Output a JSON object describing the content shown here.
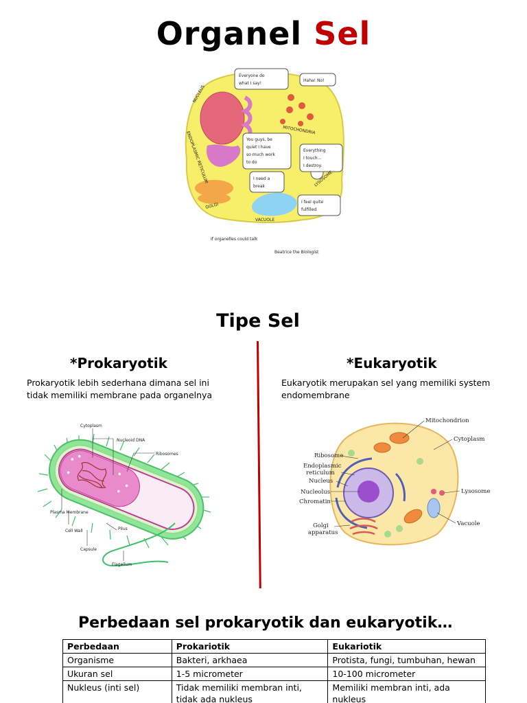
{
  "title": {
    "part1": "Organel",
    "part2": "Sel",
    "accent_color": "#c00000"
  },
  "cartoon": {
    "bubbles": [
      "Everyone do what I say!",
      "Haha! No!",
      "You guys, be quiet I have so much work to do",
      "Everything I touch... I destroy.",
      "I need a break",
      "I feel quite fulfilled"
    ],
    "labels": [
      "NUCLEUS",
      "MITOCHONDRIA",
      "ENDOPLASMIC RETICULUM",
      "GOLGI",
      "LYSOSOME",
      "VACUOLE"
    ],
    "caption": "If organelles could talk",
    "credit": "Beatrice the Biologist"
  },
  "section": {
    "title": "Tipe Sel"
  },
  "prokaryote": {
    "heading": "*Prokaryotik",
    "description": "Prokaryotik lebih sederhana dimana sel ini tidak memiliki membrane pada organelnya",
    "labels": [
      "Cytoplasm",
      "Nucleoid DNA",
      "Ribosomes",
      "Plasma Membrane",
      "Cell Wall",
      "Capsule",
      "Pilus",
      "Flagellum"
    ]
  },
  "eukaryote": {
    "heading": "*Eukaryotik",
    "description": "Eukaryotik merupakan sel yang memiliki system endomembrane",
    "labels": [
      "Mitochondrion",
      "Cytoplasm",
      "Ribosome",
      "Endoplasmic reticulum",
      "Nucleus",
      "Nucleolus",
      "Chromatin",
      "Lysosome",
      "Golgi apparatus",
      "Vacuole"
    ]
  },
  "comparison": {
    "title": "Perbedaan sel prokaryotik dan eukaryotik…",
    "headers": [
      "Perbedaan",
      "Prokariotik",
      "Eukariotik"
    ],
    "rows": [
      [
        "Organisme",
        "Bakteri, arkhaea",
        "Protista, fungi, tumbuhan, hewan"
      ],
      [
        "Ukuran sel",
        "1-5 micrometer",
        "10-100 micrometer"
      ],
      [
        "Nukleus (inti sel)",
        "Tidak memiliki membran inti, tidak ada nukleus",
        "Memiliki membran inti, ada nukleus"
      ]
    ]
  }
}
